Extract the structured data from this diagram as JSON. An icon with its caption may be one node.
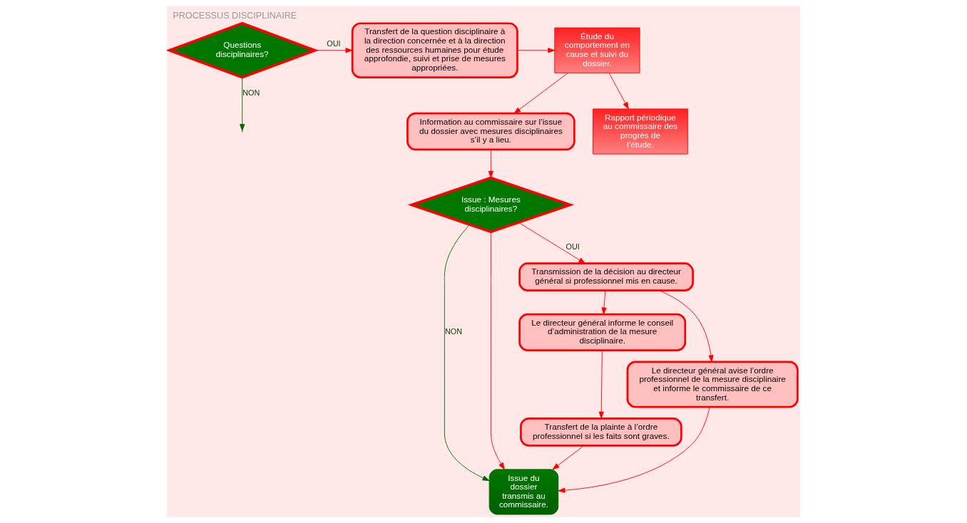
{
  "diagram": {
    "title": "PROCESSUS DISCIPLINAIRE",
    "nodes": [
      {
        "text": [
          "Questions disciplinaires?"
        ]
      },
      {
        "text": [
          "Transfert de la question disciplinaire à la direction concernée et à la direction des ressources humaines pour étude approfondie, suivi et prise de mesures appropriées."
        ]
      },
      {
        "text": [
          "Étude du comportement en cause et suivi du dossier."
        ]
      },
      {
        "text": [
          "Information au commissaire sur l’issue du dossier avec mesures disciplinaires s’il y a lieu."
        ]
      },
      {
        "text": [
          "Rapport périodique au commissaire des progrès de l’étude."
        ]
      },
      {
        "text": [
          "Issue : Mesures disciplinaires?"
        ]
      },
      {
        "text": [
          "Issue du dossier transmis au commissaire."
        ]
      },
      {
        "text": [
          "Transmission de la décision au directeur général si professionnel mis en cause."
        ]
      },
      {
        "text": [
          "Le directeur général informe le conseil d’administration de la mesure disciplinaire."
        ]
      },
      {
        "text": [
          "Le directeur général avise l’ordre professionnel de la mesure disciplinaire et informe le commissaire de ce transfert."
        ]
      },
      {
        "text": [
          "Transfert de la plainte à l’ordre professionnel si les faits sont graves."
        ]
      }
    ],
    "edges": [
      {
        "from": 0,
        "to": 1,
        "arrow": "to",
        "label": "OUI"
      },
      {
        "from": 0,
        "to": null,
        "arrow": "to",
        "label": "NON",
        "color": "#006600"
      },
      {
        "from": 1,
        "to": 2,
        "arrow": "to"
      },
      {
        "from": 2,
        "to": 3,
        "arrow": "to"
      },
      {
        "from": 2,
        "to": 4,
        "arrow": "to"
      },
      {
        "from": 3,
        "to": 5,
        "arrow": "to"
      },
      {
        "from": 5,
        "to": 6,
        "arrow": "to",
        "label": "NON",
        "color": "#006600"
      },
      {
        "from": 5,
        "to": 6,
        "arrow": "to"
      },
      {
        "from": 5,
        "to": 7,
        "arrow": "to",
        "label": "OUI"
      },
      {
        "from": 7,
        "to": 8,
        "arrow": "to"
      },
      {
        "from": 7,
        "to": 9,
        "arrow": "to"
      },
      {
        "from": 8,
        "to": 10,
        "arrow": "to"
      },
      {
        "from": 9,
        "to": 6,
        "arrow": "to"
      },
      {
        "from": 10,
        "to": 6,
        "arrow": "to"
      }
    ]
  }
}
